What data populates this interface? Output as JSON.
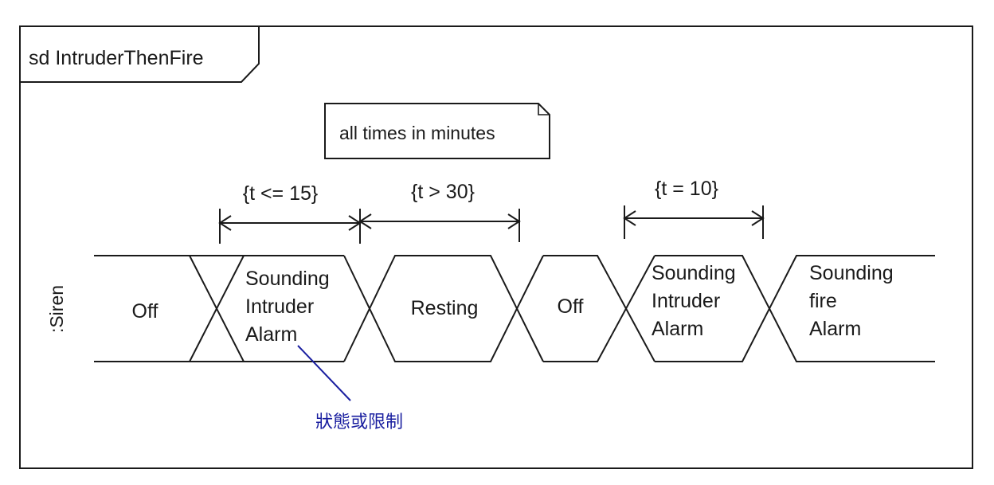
{
  "frame": {
    "title": "sd IntruderThenFire"
  },
  "note": {
    "text": "all times in minutes"
  },
  "lifeline": {
    "name": ":Siren"
  },
  "states": [
    {
      "lines": [
        "Off"
      ]
    },
    {
      "lines": [
        "Sounding",
        "Intruder",
        "Alarm"
      ]
    },
    {
      "lines": [
        "Resting"
      ]
    },
    {
      "lines": [
        "Off"
      ]
    },
    {
      "lines": [
        "Sounding",
        "Intruder",
        "Alarm"
      ]
    },
    {
      "lines": [
        "Sounding",
        "fire",
        "Alarm"
      ]
    }
  ],
  "constraints": [
    {
      "label": "{t <= 15}"
    },
    {
      "label": "{t > 30}"
    },
    {
      "label": "{t = 10}"
    }
  ],
  "annotation": {
    "text": "狀態或限制"
  },
  "colors": {
    "line": "#1a1a1a",
    "annotation": "#1a1fa0"
  }
}
